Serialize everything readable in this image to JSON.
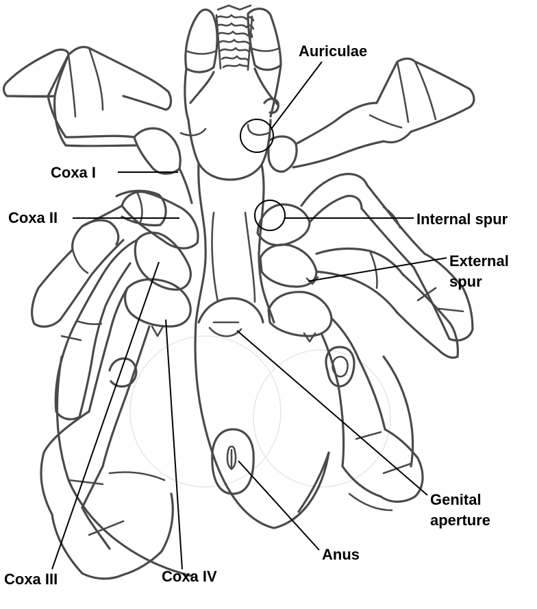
{
  "labels": {
    "auriculae": "Auriculae",
    "coxa_i": "Coxa I",
    "coxa_ii": "Coxa II",
    "coxa_iii": "Coxa III",
    "coxa_iv": "Coxa IV",
    "internal_spur": "Internal spur",
    "external_spur_line1": "External",
    "external_spur_line2": "spur",
    "genital_aperture_line1": "Genital",
    "genital_aperture_line2": "aperture",
    "anus": "Anus"
  },
  "colors": {
    "outline": "#4a4a4a",
    "label_text": "#000000",
    "leader_line": "#000000",
    "background": "#ffffff"
  }
}
